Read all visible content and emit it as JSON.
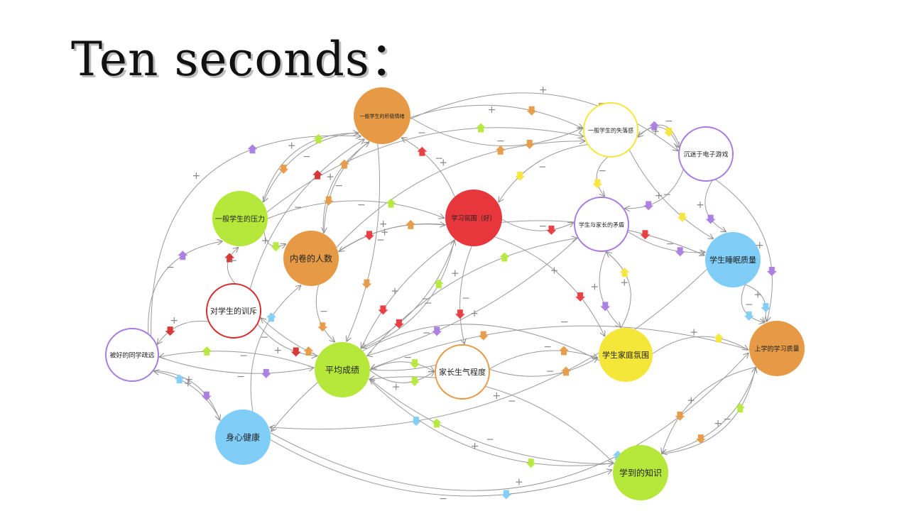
{
  "slide": {
    "title": "Ten seconds："
  },
  "nodes": [
    {
      "id": "positive-emotion",
      "label": "一般学生的积极情绪",
      "color": "#E69A46",
      "fill": true
    },
    {
      "id": "loss",
      "label": "一般学生的失落感",
      "color": "#F5E63A",
      "fill": false
    },
    {
      "id": "games",
      "label": "沉迷于电子游戏",
      "color": "#A87CE0",
      "fill": false
    },
    {
      "id": "pressure",
      "label": "一般学生的压力",
      "color": "#B5E83A",
      "fill": true
    },
    {
      "id": "atmosphere",
      "label": "学习氛围（好）",
      "color": "#E8373C",
      "fill": true
    },
    {
      "id": "conflict",
      "label": "学生与家长的矛盾",
      "color": "#A87CE0",
      "fill": false
    },
    {
      "id": "involution",
      "label": "内卷的人数",
      "color": "#E69A46",
      "fill": true
    },
    {
      "id": "sleep",
      "label": "学生睡眠质量",
      "color": "#80CDF8",
      "fill": true
    },
    {
      "id": "scolding",
      "label": "对学生的训斥",
      "color": "#D62E2E",
      "fill": false
    },
    {
      "id": "alienated",
      "label": "被好的同学疏远",
      "color": "#A87CE0",
      "fill": false
    },
    {
      "id": "avg-score",
      "label": "平均成绩",
      "color": "#B5E83A",
      "fill": true
    },
    {
      "id": "parent-anger",
      "label": "家长生气程度",
      "color": "#E69A46",
      "fill": false
    },
    {
      "id": "family",
      "label": "学生家庭氛围",
      "color": "#F5E63A",
      "fill": true
    },
    {
      "id": "study-quality",
      "label": "上学的学习质量",
      "color": "#E69A46",
      "fill": true
    },
    {
      "id": "health",
      "label": "身心健康",
      "color": "#80CDF8",
      "fill": true
    },
    {
      "id": "knowledge",
      "label": "学到的知识",
      "color": "#B5E83A",
      "fill": true
    }
  ],
  "signs": [
    "+",
    "−"
  ]
}
